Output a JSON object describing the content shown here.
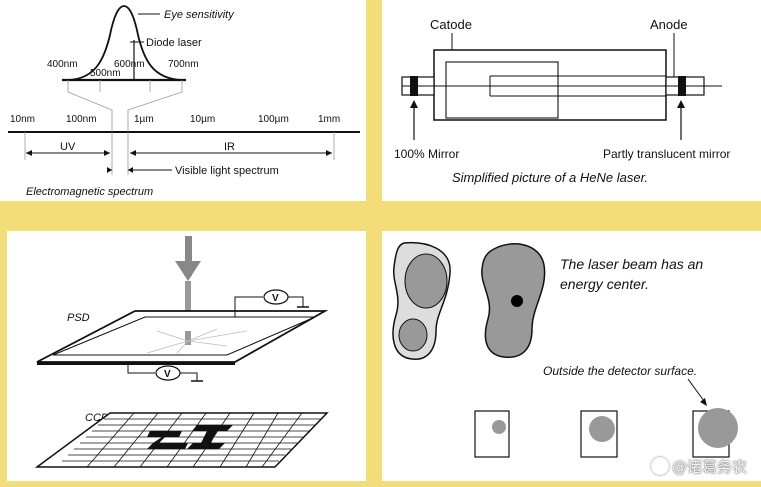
{
  "spectrum": {
    "eye_sensitivity": "Eye sensitivity",
    "diode_laser": "Diode laser",
    "wl_400": "400nm",
    "wl_500": "500nm",
    "wl_600": "600nm",
    "wl_700": "700nm",
    "tick_10nm": "10nm",
    "tick_100nm": "100nm",
    "tick_1um": "1µm",
    "tick_10um": "10µm",
    "tick_100um": "100µm",
    "tick_1mm": "1mm",
    "uv": "UV",
    "ir": "IR",
    "visible": "Visible light spectrum",
    "caption": "Electromagnetic spectrum"
  },
  "laser": {
    "catode": "Catode",
    "anode": "Anode",
    "mirror_full": "100% Mirror",
    "mirror_partial": "Partly translucent mirror",
    "caption": "Simplified picture of a HeNe laser."
  },
  "detectors": {
    "psd": "PSD",
    "ccd": "CCD",
    "voltmeter": "V"
  },
  "beam": {
    "energy_center": [
      "The laser beam has an",
      "energy center."
    ],
    "outside": "Outside the detector surface."
  },
  "watermark": "@诸葛务农"
}
